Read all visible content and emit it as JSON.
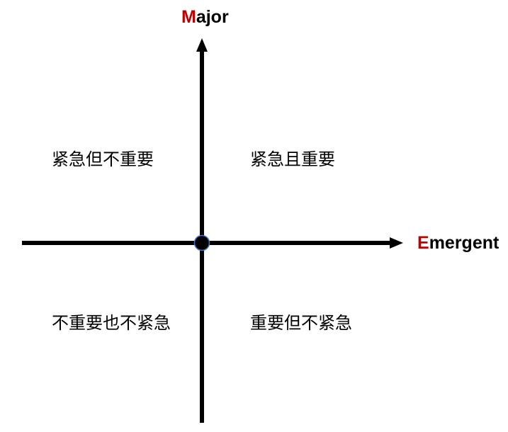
{
  "diagram": {
    "type": "quadrant-matrix",
    "colors": {
      "accent_red": "#C00000",
      "axis_black": "#000000",
      "origin_dot_fill": "#000000",
      "origin_dot_outline": "#4472C4",
      "background": "#ffffff"
    },
    "axes": {
      "vertical": {
        "label": "Major",
        "label_first_letter": "M",
        "label_rest": "ajor",
        "direction": "up"
      },
      "horizontal": {
        "label": "Emergent",
        "label_first_letter": "E",
        "label_rest": "mergent",
        "direction": "right"
      }
    },
    "quadrants": {
      "top_left": "紧急但不重要",
      "top_right": "紧急且重要",
      "bottom_left": "不重要也不紧急",
      "bottom_right": "重要但不紧急"
    }
  }
}
